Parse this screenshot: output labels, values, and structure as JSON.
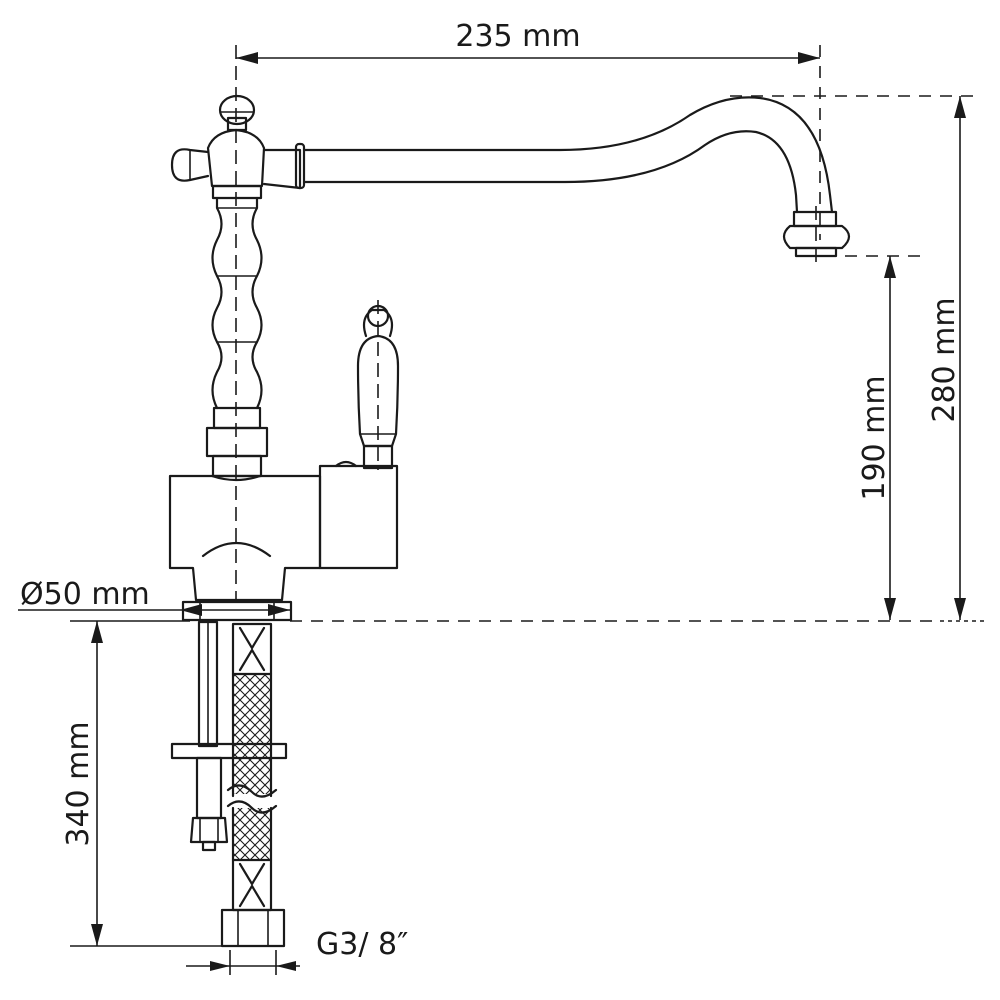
{
  "dimensions": {
    "spout_reach": "235 mm",
    "total_height": "280 mm",
    "spout_height": "190 mm",
    "base_diameter": "Ø50 mm",
    "hose_length": "340 mm",
    "connection_thread": "G3/ 8″"
  }
}
